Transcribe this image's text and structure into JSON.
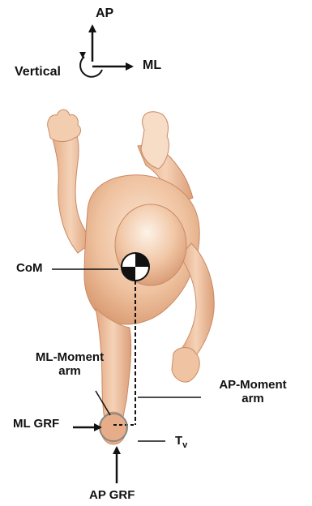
{
  "axes": {
    "ap": "AP",
    "ml": "ML",
    "vertical": "Vertical"
  },
  "labels": {
    "com": "CoM",
    "ml_moment_arm_line1": "ML-Moment",
    "ml_moment_arm_line2": "arm",
    "ap_moment_arm_line1": "AP-Moment",
    "ap_moment_arm_line2": "arm",
    "ml_grf": "ML GRF",
    "ap_grf": "AP GRF",
    "tv_main": "T",
    "tv_sub": "v"
  },
  "colors": {
    "skin_light": "#f6d7bf",
    "skin_mid": "#e9b48f",
    "skin_dark": "#c98a63",
    "line": "#111111"
  }
}
